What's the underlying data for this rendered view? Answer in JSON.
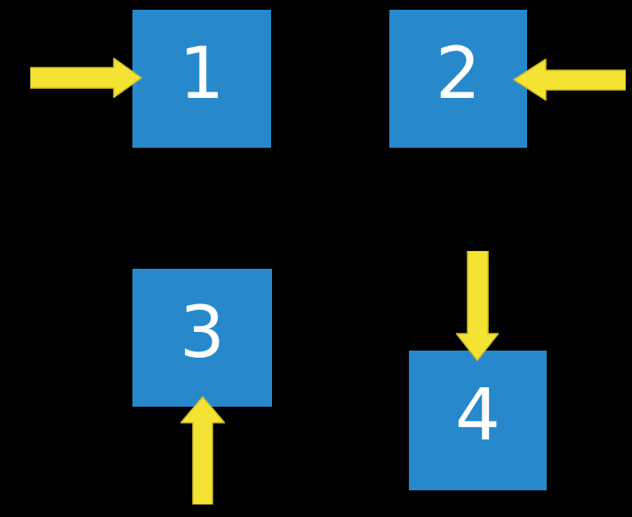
{
  "scene": {
    "background": "#000000"
  },
  "colors": {
    "square_fill": "#2789CB",
    "label_text": "#FFFFFF",
    "arrow_fill": "#F5E333",
    "arrow_outline": "#CBBC2B"
  },
  "squares": [
    {
      "label": "1",
      "arrow_direction": "right",
      "arrow_side": "left"
    },
    {
      "label": "2",
      "arrow_direction": "left",
      "arrow_side": "right"
    },
    {
      "label": "3",
      "arrow_direction": "up",
      "arrow_side": "bottom"
    },
    {
      "label": "4",
      "arrow_direction": "down",
      "arrow_side": "top"
    }
  ]
}
